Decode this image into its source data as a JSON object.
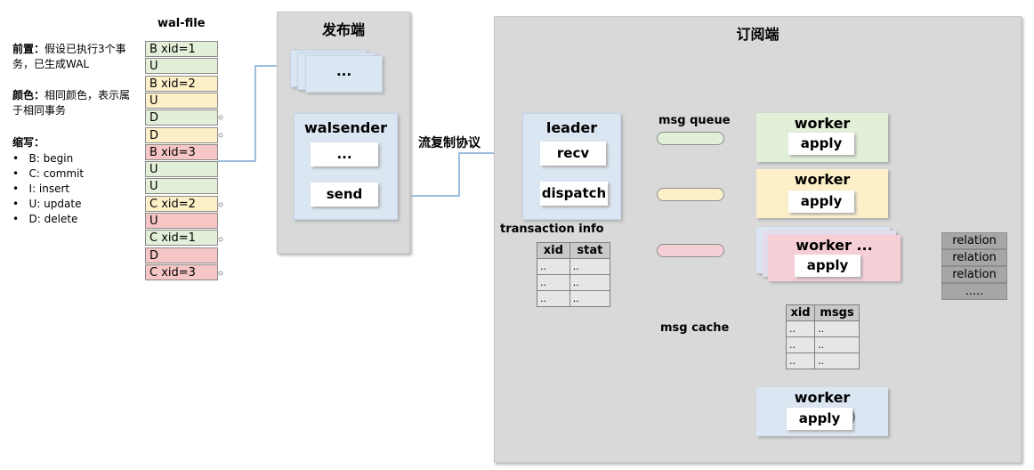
{
  "notes": {
    "premise_label": "前置：",
    "premise_text": "假设已执行3个事务，已生成WAL",
    "color_label": "颜色：",
    "color_text": "相同颜色，表示属于相同事务",
    "abbr_label": "缩写：",
    "abbrs": [
      "B: begin",
      "C: commit",
      "I:  insert",
      "U: update",
      "D: delete"
    ]
  },
  "wal": {
    "title": "wal-file",
    "rows": [
      {
        "text": "B xid=1",
        "color": "#e2efd9"
      },
      {
        "text": "U",
        "color": "#e2efd9"
      },
      {
        "text": "B xid=2",
        "color": "#fdf0c9"
      },
      {
        "text": "U",
        "color": "#fdf0c9"
      },
      {
        "text": "D",
        "color": "#e2efd9"
      },
      {
        "text": "D",
        "color": "#fdf0c9"
      },
      {
        "text": "B xid=3",
        "color": "#f6c5c5"
      },
      {
        "text": "U",
        "color": "#e2efd9"
      },
      {
        "text": "U",
        "color": "#e2efd9"
      },
      {
        "text": "C xid=2",
        "color": "#fdf0c9"
      },
      {
        "text": "U",
        "color": "#f6c5c5"
      },
      {
        "text": "C xid=1",
        "color": "#e2efd9"
      },
      {
        "text": "D",
        "color": "#f6c5c5"
      },
      {
        "text": "C xid=3",
        "color": "#f6c5c5"
      }
    ]
  },
  "publisher": {
    "title": "发布端",
    "stack_label": "...",
    "walsender": "walsender",
    "ellipsis": "...",
    "send": "send"
  },
  "protocol_label": "流复制协议",
  "subscriber": {
    "title": "订阅端",
    "leader": "leader",
    "recv": "recv",
    "dispatch": "dispatch",
    "msg_queue": "msg queue",
    "msg_cache": "msg cache",
    "transaction_info": "transaction info",
    "txn_table": {
      "headers": [
        "xid",
        "stat"
      ],
      "rows": [
        [
          "..",
          ".."
        ],
        [
          "..",
          ".."
        ],
        [
          "..",
          ".."
        ]
      ]
    },
    "cache_table": {
      "headers": [
        "xid",
        "msgs"
      ],
      "rows": [
        [
          "..",
          ".."
        ],
        [
          "..",
          ".."
        ],
        [
          "..",
          ".."
        ]
      ]
    },
    "workers": [
      {
        "title": "worker",
        "apply": "apply",
        "color": "#e2efd9"
      },
      {
        "title": "worker",
        "apply": "apply",
        "color": "#fdf0c9"
      },
      {
        "title": "worker ...",
        "apply": "apply",
        "color": "#f6cfd6"
      }
    ],
    "remain_worker": {
      "title": "worker（remain）",
      "apply": "apply",
      "color": "#dbe6f3"
    },
    "relations": [
      "relation",
      "relation",
      "relation",
      "....."
    ]
  }
}
